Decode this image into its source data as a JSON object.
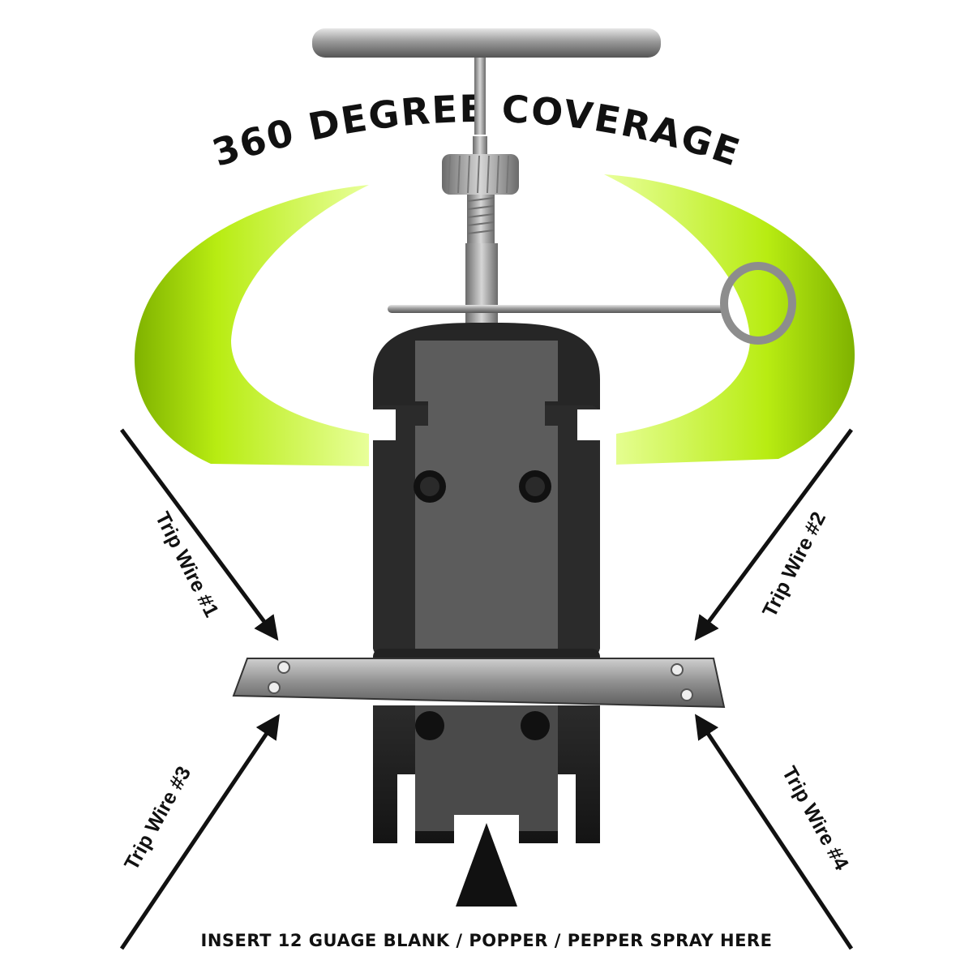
{
  "title": "360 DEGREE COVERAGE",
  "labels": {
    "trip_wire_1": "Trip Wire #1",
    "trip_wire_2": "Trip Wire #2",
    "trip_wire_3": "Trip Wire #3",
    "trip_wire_4": "Trip Wire #4"
  },
  "instruction": "INSERT 12 GUAGE BLANK / POPPER / PEPPER SPRAY HERE",
  "colors": {
    "accent_green": "#b8ec12",
    "arrow": "#111111",
    "device_body": "#2b2b2b",
    "device_insert": "#5a5a5a",
    "metal": "#a9a9a9"
  },
  "icons": {
    "coverage": "circular-arrow-icon",
    "device": "trip-wire-alarm-device",
    "insert_arrow": "up-arrow-icon"
  }
}
